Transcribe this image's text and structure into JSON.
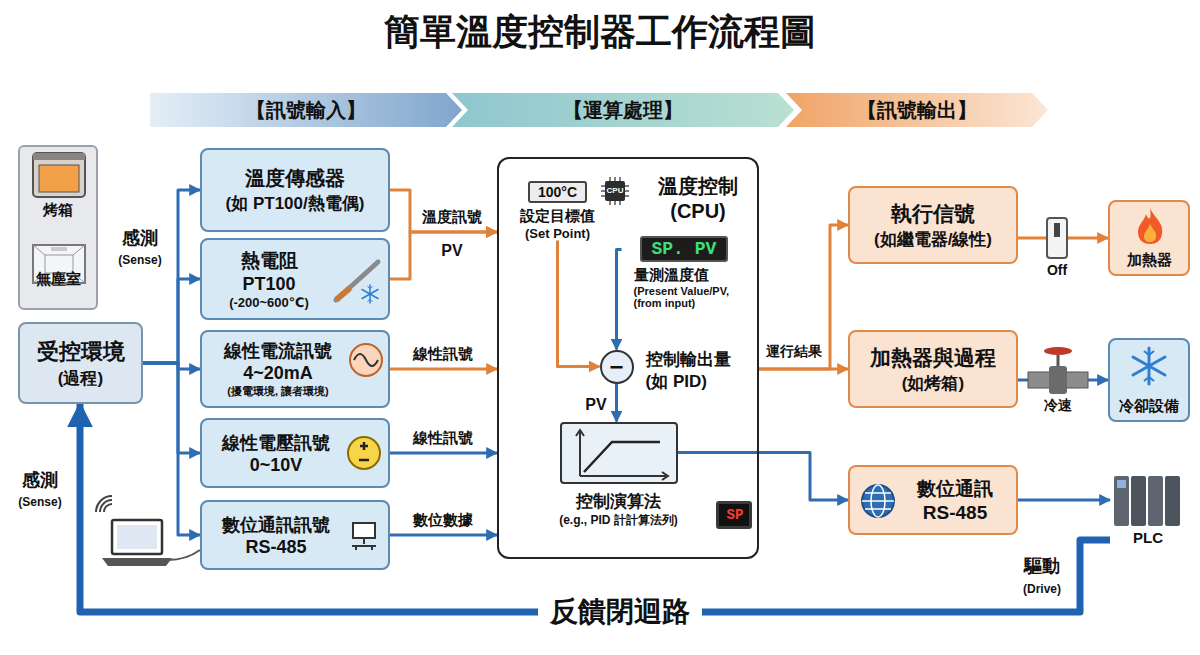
{
  "diagram": {
    "title": "簡單溫度控制器工作流程圖",
    "nodes": [
      {
        "text": [
          "【訊號輸入】"
        ]
      },
      {
        "text": [
          "【運算處理】"
        ]
      },
      {
        "text": [
          "【訊號輸出】"
        ]
      },
      {
        "text": [
          "烤箱",
          "無塵室"
        ]
      },
      {
        "text": [
          "受控環境",
          "(過程)"
        ]
      },
      {
        "text": [
          "溫度傳感器",
          "(如 PT100/熱電偶)"
        ]
      },
      {
        "text": [
          "熱電阻",
          "PT100",
          "(-200~600℃)"
        ]
      },
      {
        "text": [
          "線性電流訊號",
          "4~20mA",
          "(擾電環境, 讓者環境)"
        ]
      },
      {
        "text": [
          "線性電壓訊號",
          "0~10V"
        ]
      },
      {
        "text": [
          "數位通訊訊號",
          "RS-485"
        ]
      },
      {
        "text": [
          "溫度控制",
          "(CPU)"
        ]
      },
      {
        "text": [
          "100°C",
          "設定目標值",
          "(Set Point)"
        ],
        "in": 10
      },
      {
        "text": [
          "SP. PV",
          "量測溫度值",
          "(Present Value/PV, (from input)"
        ],
        "in": 10
      },
      {
        "text": [
          "−",
          "控制輸出量",
          "(如 PID)"
        ],
        "in": 10
      },
      {
        "text": [
          "控制演算法",
          "(e.g., PID 計計算法列)"
        ],
        "in": 10
      },
      {
        "text": [
          "執行信號",
          "(如繼電器/線性)"
        ]
      },
      {
        "text": [
          "加熱器與過程",
          "(如烤箱)"
        ]
      },
      {
        "text": [
          "數位通訊",
          "RS-485"
        ]
      },
      {
        "text": [
          "加熱器"
        ]
      },
      {
        "text": [
          "冷卻設備"
        ]
      },
      {
        "text": [
          "PLC"
        ]
      }
    ],
    "edges": [
      {
        "from": 4,
        "to": 5,
        "arrow": "to"
      },
      {
        "from": 4,
        "to": 6,
        "arrow": "to"
      },
      {
        "from": 4,
        "to": 7,
        "arrow": "to"
      },
      {
        "from": 4,
        "to": 8,
        "arrow": "to"
      },
      {
        "from": 4,
        "to": 9,
        "arrow": "to"
      },
      {
        "from": 5,
        "to": 10,
        "label": "溫度訊號",
        "arrow": "to"
      },
      {
        "from": 6,
        "to": 10,
        "arrow": "to"
      },
      {
        "from": 7,
        "to": 10,
        "label": "線性訊號",
        "arrow": "to"
      },
      {
        "from": 8,
        "to": 10,
        "label": "線性訊號",
        "arrow": "to"
      },
      {
        "from": 9,
        "to": 10,
        "label": "數位數據",
        "arrow": "to"
      },
      {
        "from": 11,
        "to": 13,
        "arrow": "to"
      },
      {
        "from": 12,
        "to": 13,
        "arrow": "to"
      },
      {
        "from": 13,
        "to": 14,
        "arrow": "to"
      },
      {
        "from": 10,
        "to": 15,
        "arrow": "to"
      },
      {
        "from": 10,
        "to": 16,
        "label": "運行結果",
        "arrow": "to"
      },
      {
        "from": 14,
        "to": 17,
        "arrow": "to"
      },
      {
        "from": 15,
        "to": 18,
        "arrow": "to"
      },
      {
        "from": 16,
        "to": 19,
        "arrow": "to"
      },
      {
        "from": 17,
        "to": 20,
        "arrow": "to"
      },
      {
        "from": 20,
        "to": 4,
        "label": "反饋閉迴路",
        "arrow": "to"
      }
    ],
    "labels": [
      "CPU",
      "SP",
      "PV",
      "PV",
      "Off",
      "冷速",
      "感測",
      "(Sense)",
      "感測",
      "(Sense)",
      "驅動",
      "(Drive)"
    ]
  }
}
